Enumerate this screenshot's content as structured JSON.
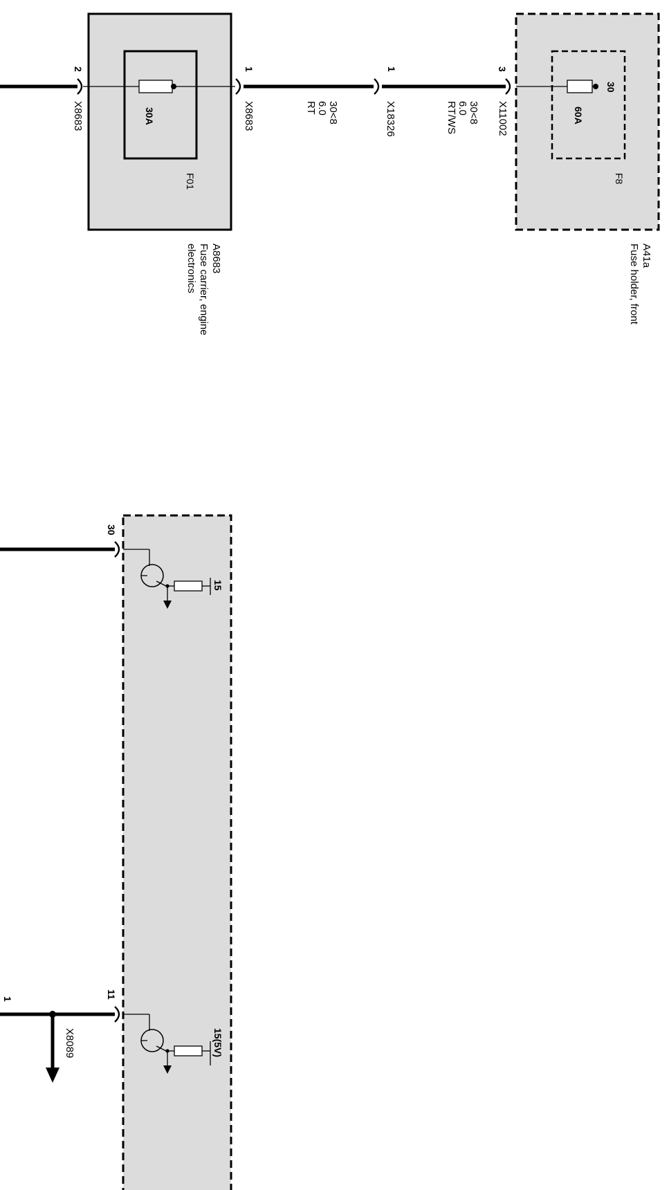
{
  "diagram": {
    "fuse_holder_front": {
      "id": "A41a",
      "name": "Fuse holder, front",
      "fuse_id": "F8",
      "fuse_rating": "60A",
      "terminal": "30",
      "pin": "3",
      "connector": "X11002"
    },
    "fuse_carrier_engine": {
      "id": "A8683",
      "name_line1": "Fuse carrier, engine",
      "name_line2": "electronics",
      "fuse_id": "F01",
      "fuse_rating": "30A",
      "pin_in": "1",
      "pin_out": "2",
      "connector_in": "X8683",
      "connector_out": "X8683"
    },
    "wire_a": {
      "circuit": "30<8",
      "size": "6.0",
      "color": "RT/WS"
    },
    "wire_b": {
      "circuit": "30<8",
      "size": "6.0",
      "color": "RT"
    },
    "junction": {
      "pin": "1",
      "connector": "X18326"
    },
    "control_unit": {
      "stage1": {
        "pin": "30",
        "supply": "15"
      },
      "stage2": {
        "pin": "11",
        "supply": "15(5V)",
        "connector": "X8089"
      },
      "edge_pin": "1"
    }
  }
}
